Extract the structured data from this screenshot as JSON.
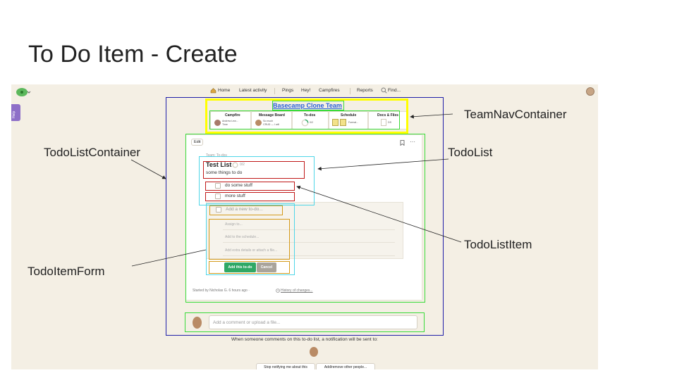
{
  "slide": {
    "title": "To Do Item - Create"
  },
  "topnav": {
    "items": [
      "Home",
      "Latest activity",
      "Pings",
      "Hey!",
      "Campfires",
      "Reports",
      "Find..."
    ]
  },
  "sidebar": {
    "help_label": "Help"
  },
  "team": {
    "name": "Basecamp Clone Team",
    "tools": [
      {
        "title": "Campfire",
        "sub1": "Andrew Lew...",
        "sub2": "Time"
      },
      {
        "title": "Message Board",
        "sub1": "So much",
        "sub2": "CRUD — I will"
      },
      {
        "title": "To-dos",
        "sub1": "0/2",
        "sub2": ""
      },
      {
        "title": "Schedule",
        "sub1": "Formal...",
        "sub2": ""
      },
      {
        "title": "Docs & Files",
        "sub1": "DS",
        "sub2": ""
      }
    ]
  },
  "list_card": {
    "edit_label": "Edit",
    "crumb": "Team: To-dos",
    "list_title": "Test List",
    "list_progress": "0/2",
    "list_description": "some things to do",
    "items": [
      "do some stuff",
      "more stuff"
    ],
    "new_todo_placeholder": "Add a new to-do...",
    "form_fields": [
      "Assign to...",
      "Add to the schedule...",
      "Add extra details or attach a file..."
    ],
    "add_button": "Add this to-do",
    "cancel_button": "Cancel",
    "footer_prefix": "Started by Nicholas G. 6 hours ago ·",
    "footer_link": "History of changes..."
  },
  "comments": {
    "placeholder": "Add a comment or upload a file...",
    "notify_text": "When someone comments on this to-do list, a notification will be sent to:",
    "stop_button": "Stop notifying me about this",
    "add_remove_button": "Add/remove other people..."
  },
  "annotations": {
    "team_nav": "TeamNavContainer",
    "todo_list_container": "TodoListContainer",
    "todo_list": "TodoList",
    "todo_list_item": "TodoListItem",
    "todo_item_form": "TodoItemForm"
  },
  "colors": {
    "blue_box": "#1f1fa8",
    "yellow_box": "#ffff00",
    "green_box": "#3adb3a",
    "cyan_box": "#4fd6e8",
    "red_box": "#c01818",
    "orange_box": "#d49a1a",
    "add_button": "#2fa865"
  },
  "icons": {
    "app_logo": "basecamp-logo-icon",
    "home": "home-icon",
    "find": "search-icon",
    "bookmark": "bookmark-icon",
    "more": "ellipsis-icon",
    "history": "clock-icon"
  }
}
